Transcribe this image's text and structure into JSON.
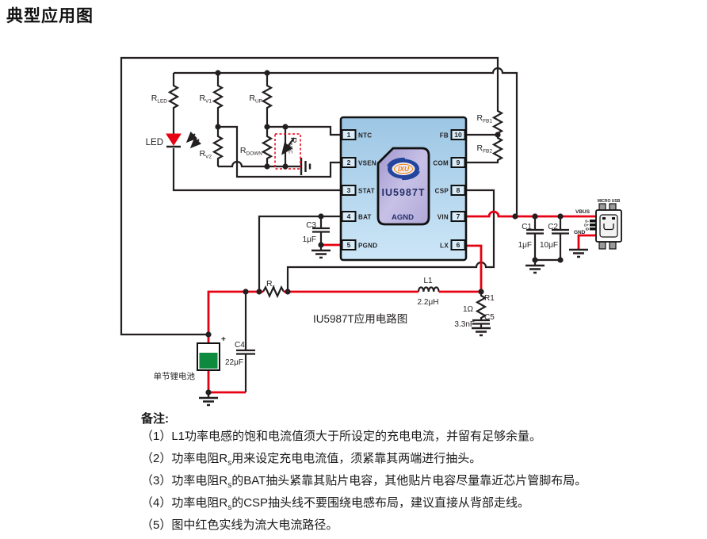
{
  "title": "典型应用图",
  "caption": "IU5987T应用电路图",
  "colors": {
    "wire_red": "#e60012",
    "wire_black": "#231f20",
    "chip_fill_top": "#a6cee9",
    "chip_fill_bottom": "#cde6f7",
    "die_fill": "#a79ed3",
    "battery_green": "#0e8a3e",
    "logo_navy": "#24459c",
    "logo_orange": "#f08300",
    "chip_text_navy": "#25306b"
  },
  "chip": {
    "part": "IU5987T",
    "logo": "IXU",
    "agnd": "AGND",
    "pins_left": [
      {
        "num": "1",
        "name": "NTC"
      },
      {
        "num": "2",
        "name": "VSEN"
      },
      {
        "num": "3",
        "name": "STAT"
      },
      {
        "num": "4",
        "name": "BAT"
      },
      {
        "num": "5",
        "name": "PGND"
      }
    ],
    "pins_right": [
      {
        "num": "10",
        "name": "FB"
      },
      {
        "num": "9",
        "name": "COM"
      },
      {
        "num": "8",
        "name": "CSP"
      },
      {
        "num": "7",
        "name": "VIN"
      },
      {
        "num": "6",
        "name": "LX"
      }
    ]
  },
  "labels": {
    "r_led": {
      "m": "R",
      "s": "LED"
    },
    "r_v1": {
      "m": "R",
      "s": "V1"
    },
    "r_v2": {
      "m": "R",
      "s": "V2"
    },
    "r_up": {
      "m": "R",
      "s": "UP"
    },
    "r_down": {
      "m": "R",
      "s": "DOWN"
    },
    "r_ntc": {
      "m": "R",
      "s": "NTC"
    },
    "r_fb1": {
      "m": "R",
      "s": "FB1"
    },
    "r_fb2": {
      "m": "R",
      "s": "FB2"
    },
    "r_s": {
      "m": "R",
      "s": "s"
    },
    "led": "LED",
    "l1": "L1",
    "l1_val": "2.2μH",
    "r1": "R1",
    "r1_val": "1Ω",
    "c1": "C1",
    "c1_val": "1μF",
    "c2": "C2",
    "c2_val": "10μF",
    "c3": "C3",
    "c3_val": "1μF",
    "c4": "C4",
    "c4_val": "22μF",
    "c5": "C5",
    "c5_val": "3.3nF",
    "battery": "单节锂电池",
    "battery_plus": "+"
  },
  "usb": {
    "title": "MICRO USB",
    "vbus": "VBUS",
    "gnd": "GND",
    "pins": [
      "D-",
      "D+",
      "ID"
    ]
  },
  "notes": {
    "header": "备注:",
    "items": [
      {
        "pre": "（1）L1功率电感的饱和电流值须大于所设定的充电电流，并留有足够余量。",
        "sub": "",
        "rest": ""
      },
      {
        "pre": "（2）功率电阻R",
        "sub": "s",
        "rest": "用来设定充电电流值，须紧靠其两端进行抽头。"
      },
      {
        "pre": "（3）功率电阻R",
        "sub": "s",
        "rest": "的BAT抽头紧靠其贴片电容，其他贴片电容尽量靠近芯片管脚布局。"
      },
      {
        "pre": "（4）功率电阻R",
        "sub": "s",
        "rest": "的CSP抽头线不要围绕电感布局，建议直接从背部走线。"
      },
      {
        "pre": "（5）图中红色实线为流大电流路径。",
        "sub": "",
        "rest": ""
      }
    ]
  }
}
